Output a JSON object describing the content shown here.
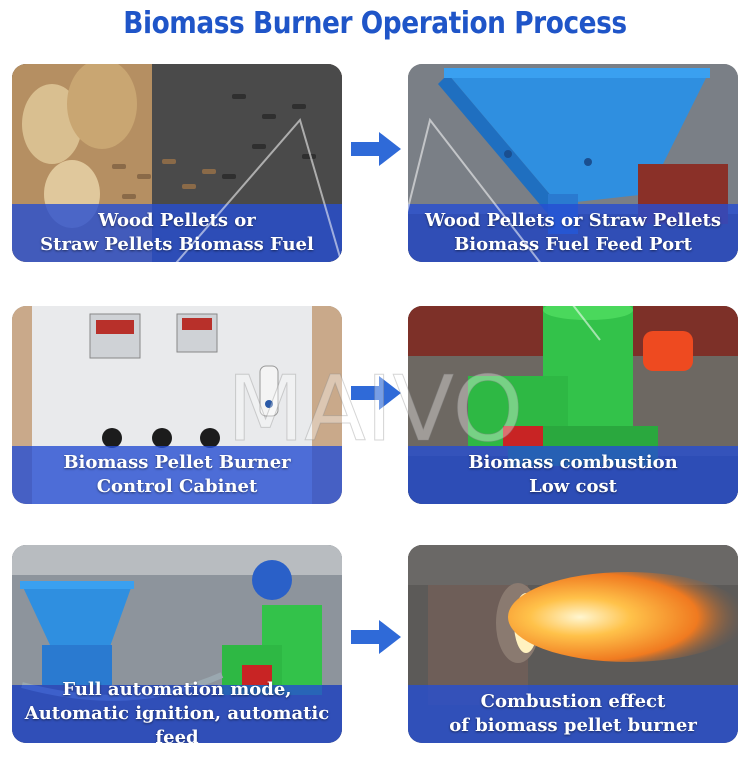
{
  "title": "Biomass Burner Operation Process",
  "steps": [
    {
      "line1": "Wood Pellets or",
      "line2": "Straw Pellets Biomass Fuel"
    },
    {
      "line1": "Wood Pellets or Straw Pellets",
      "line2": "Biomass Fuel Feed Port"
    },
    {
      "line1": "Biomass Pellet Burner",
      "line2": "Control Cabinet"
    },
    {
      "line1": "Biomass combustion",
      "line2": "Low cost"
    },
    {
      "line1": "Full automation mode,",
      "line2": "Automatic ignition, automatic feed"
    },
    {
      "line1": "Combustion effect",
      "line2": "of biomass pellet burner"
    }
  ],
  "watermark": "MAIVO",
  "colors": {
    "title": "#1f55c8",
    "caption_bg": "#264ed2",
    "arrow": "#2f6ad8"
  }
}
